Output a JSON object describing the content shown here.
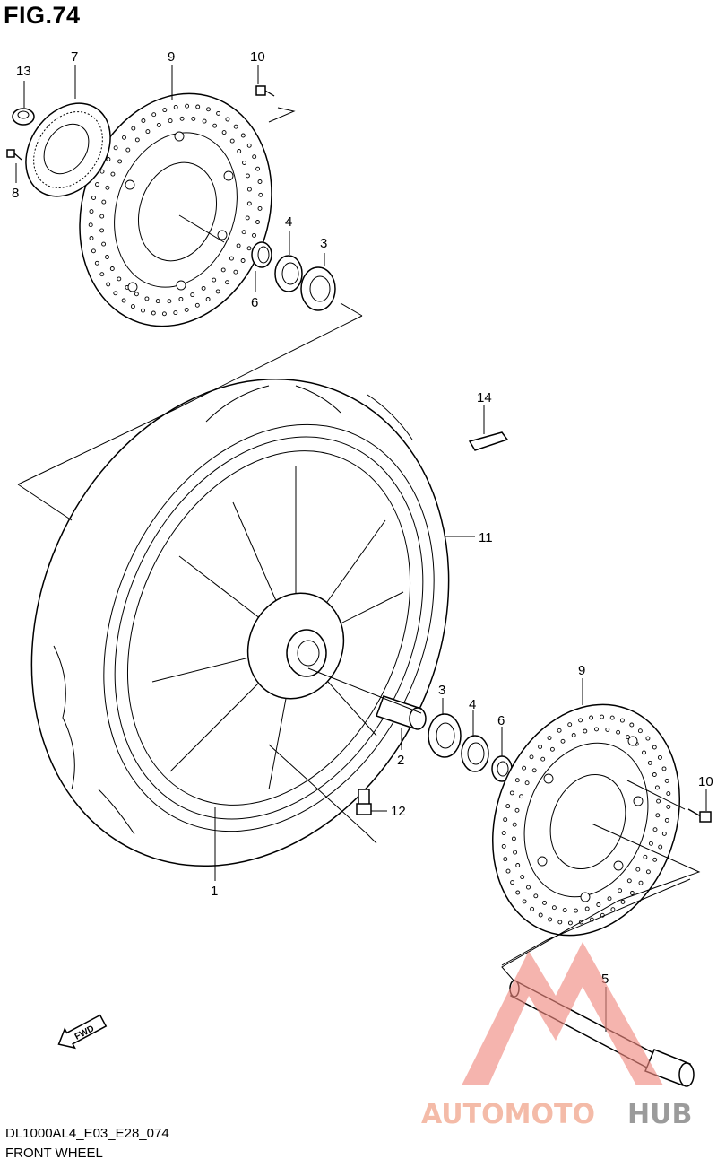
{
  "figure": {
    "title": "FIG.74",
    "code": "DL1000AL4_E03_E28_074",
    "name": "FRONT WHEEL"
  },
  "callouts": {
    "c1": "1",
    "c2": "2",
    "c3a": "3",
    "c3b": "3",
    "c4a": "4",
    "c4b": "4",
    "c5": "5",
    "c6a": "6",
    "c6b": "6",
    "c7": "7",
    "c8": "8",
    "c9a": "9",
    "c9b": "9",
    "c10a": "10",
    "c10b": "10",
    "c11": "11",
    "c12": "12",
    "c13": "13",
    "c14": "14"
  },
  "fwd_label": "FWD",
  "watermark": {
    "part1": "AUTOMOTO",
    "part2": "HUB",
    "color1": "#f3b09a",
    "color2": "#8a8a8a",
    "logo_color": "#f08a80"
  }
}
